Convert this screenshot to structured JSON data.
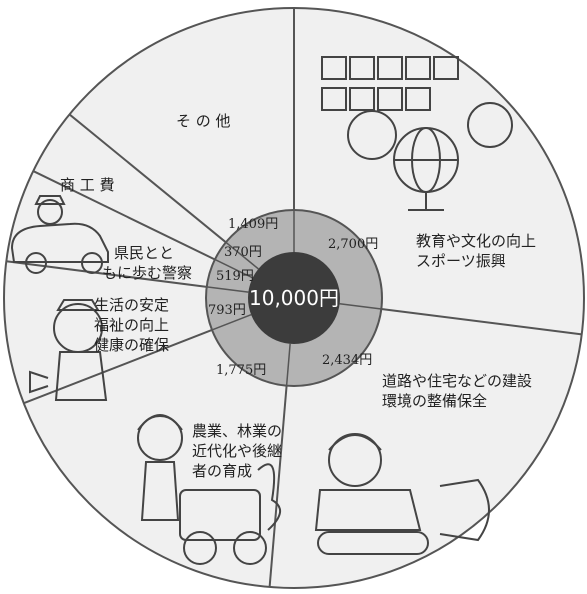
{
  "chart_data": {
    "type": "pie",
    "title": "",
    "center_label": "10,000円",
    "slices": [
      {
        "key": "education",
        "label_lines": [
          "教育や文化の向上",
          "スポーツ振興"
        ],
        "amount_label": "2,700円",
        "value": 2700
      },
      {
        "key": "roads",
        "label_lines": [
          "道路や住宅などの建設",
          "環境の整備保全"
        ],
        "amount_label": "2,434円",
        "value": 2434
      },
      {
        "key": "agriculture",
        "label_lines": [
          "農業、林業の",
          "近代化や後継",
          "者の育成"
        ],
        "amount_label": "1,775円",
        "value": 1775
      },
      {
        "key": "welfare",
        "label_lines": [
          "生活の安定",
          "福祉の向上",
          "健康の確保"
        ],
        "amount_label": "793円",
        "value": 793
      },
      {
        "key": "police",
        "label_lines": [
          "県民とと",
          "もに歩む警察"
        ],
        "amount_label": "519円",
        "value": 519
      },
      {
        "key": "commerce",
        "label_lines": [
          "商 工 費"
        ],
        "amount_label": "370円",
        "value": 370
      },
      {
        "key": "other",
        "label_lines": [
          "そ の 他"
        ],
        "amount_label": "1,409円",
        "value": 1409
      }
    ],
    "colors": {
      "inner_ring": "#b4b4b4",
      "center": "#3c3c3c",
      "line": "#555555",
      "outer_bg": "#f0f0f0"
    }
  }
}
